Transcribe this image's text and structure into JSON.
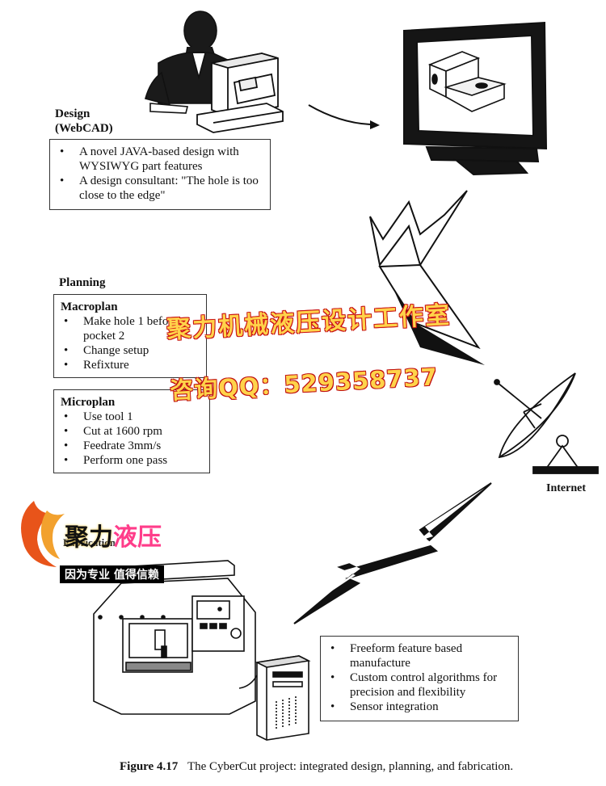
{
  "design": {
    "heading_line1": "Design",
    "heading_line2": "(WebCAD)",
    "bullets": [
      "A novel JAVA-based design with WYSIWYG part features",
      "A design consultant: \"The hole is too close to the edge\""
    ]
  },
  "planning": {
    "heading": "Planning",
    "macroplan": {
      "title": "Macroplan",
      "bullets": [
        "Make hole 1 before pocket 2",
        "Change setup",
        "Refixture"
      ]
    },
    "microplan": {
      "title": "Microplan",
      "bullets": [
        "Use tool 1",
        "Cut at 1600 rpm",
        "Feedrate 3mm/s",
        "Perform one pass"
      ]
    }
  },
  "internet_label": "Internet",
  "fabrication": {
    "heading": "Fabrication",
    "bullets": [
      "Freeform feature based manufacture",
      "Custom control algorithms for precision and flexibility",
      "Sensor integration"
    ]
  },
  "caption": {
    "figure_label": "Figure 4.17",
    "text": "The CyberCut project: integrated design, planning, and fabrication."
  },
  "watermark": {
    "line1": "聚力机械液压设计工作室",
    "line2": "咨询QQ：529358737",
    "logo_part1": "聚力",
    "logo_part2": "液压",
    "slogan": "因为专业 值得信赖"
  },
  "colors": {
    "watermark_fill": "#ffd34a",
    "watermark_outline": "#c01010",
    "logo_flame": "#e8541a",
    "logo_purple": "#7a1fa2"
  }
}
